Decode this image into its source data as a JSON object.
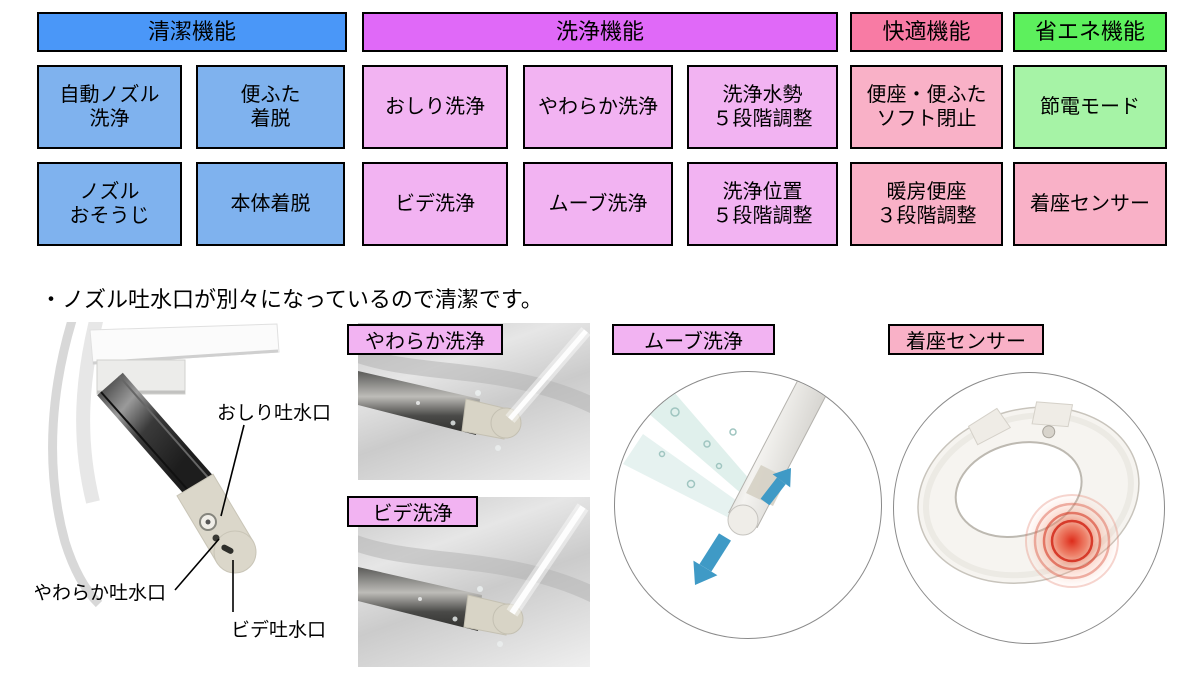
{
  "palette": {
    "blue_header": "#4a97f8",
    "blue_cell": "#7fb2ee",
    "purple_header": "#e069f8",
    "purple_cell": "#f2b3f2",
    "pink_header": "#f87ba4",
    "pink_cell": "#f9b1c7",
    "green_header": "#5df05d",
    "green_cell": "#a6f3a6",
    "arrow_blue": "#3f9ac6",
    "sensor_red": "#dd2b1a"
  },
  "feature_table": {
    "headers": [
      {
        "label": "清潔機能"
      },
      {
        "label": "洗浄機能"
      },
      {
        "label": "快適機能"
      },
      {
        "label": "省エネ機能"
      }
    ],
    "row1": [
      {
        "label": "自動ノズル\n洗浄"
      },
      {
        "label": "便ふた\n着脱"
      },
      {
        "label": "おしり洗浄"
      },
      {
        "label": "やわらか洗浄"
      },
      {
        "label": "洗浄水勢\n５段階調整"
      },
      {
        "label": "便座・便ふた\nソフト閉止"
      },
      {
        "label": "節電モード"
      }
    ],
    "row2": [
      {
        "label": "ノズル\nおそうじ"
      },
      {
        "label": "本体着脱"
      },
      {
        "label": "ビデ洗浄"
      },
      {
        "label": "ムーブ洗浄"
      },
      {
        "label": "洗浄位置\n５段階調整"
      },
      {
        "label": "暖房便座\n３段階調整"
      },
      {
        "label": "着座センサー"
      }
    ]
  },
  "note": {
    "text": "・ノズル吐水口が別々になっているので清潔です。"
  },
  "nozzle_figure": {
    "labels": {
      "oshiri": "おしり吐水口",
      "yawaraka": "やわらか吐水口",
      "bide": "ビデ吐水口"
    }
  },
  "photo_tags": {
    "yawaraka": "やわらか洗浄",
    "bide": "ビデ洗浄",
    "move": "ムーブ洗浄",
    "sensor": "着座センサー"
  }
}
